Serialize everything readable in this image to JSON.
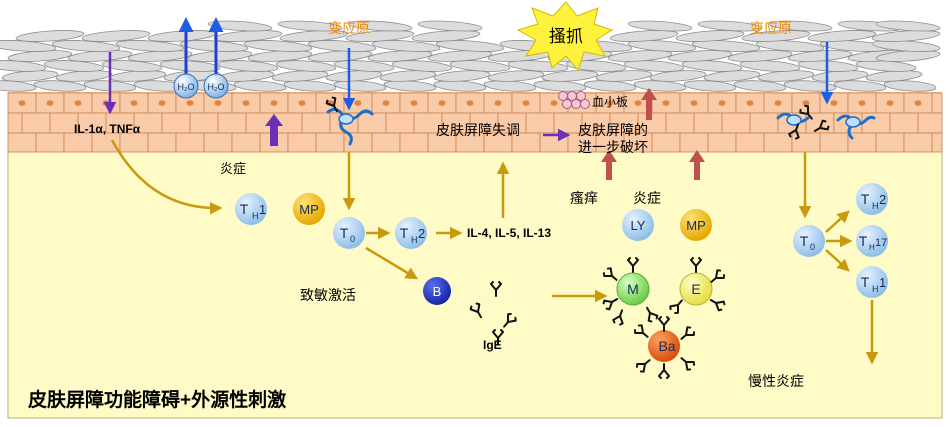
{
  "labels": {
    "allergen_left": "变应原",
    "allergen_right": "变应原",
    "scratch": "搔抓",
    "water_molecule": "H₂O",
    "platelet": "血小板",
    "cytokines_top": "IL-1α, TNFα",
    "inflammation_top": "炎症",
    "barrier_disorder": "皮肤屏障失调",
    "barrier_damage_line1": "皮肤屏障的",
    "barrier_damage_line2": "进一步破坏",
    "pruritus": "瘙痒",
    "inflammation_mid": "炎症",
    "sensitization": "致敏激活",
    "interleukins": "IL-4, IL-5, IL-13",
    "ige": "IgE",
    "chronic_inflammation": "慢性炎症",
    "bottom_title": "皮肤屏障功能障碍+外源性刺激"
  },
  "cells": {
    "th1_left": {
      "main": "T",
      "sub": "H",
      "suffix": "1"
    },
    "mp_left": {
      "main": "MP"
    },
    "t0_left": {
      "main": "T",
      "sub": "0",
      "suffix": ""
    },
    "th2_mid": {
      "main": "T",
      "sub": "H",
      "suffix": "2"
    },
    "b_cell": {
      "main": "B"
    },
    "ly": {
      "main": "LY"
    },
    "mp_mid": {
      "main": "MP"
    },
    "m_cell": {
      "main": "M"
    },
    "e_cell": {
      "main": "E"
    },
    "ba_cell": {
      "main": "Ba"
    },
    "t0_right": {
      "main": "T",
      "sub": "0",
      "suffix": ""
    },
    "th2_right": {
      "main": "T",
      "sub": "H",
      "suffix": "2"
    },
    "th17_right": {
      "main": "T",
      "sub": "H",
      "suffix": "17"
    },
    "th1_right": {
      "main": "T",
      "sub": "H",
      "suffix": "1"
    }
  },
  "colors": {
    "dermis": "#fffbc6",
    "epidermis": "#f7c6a0",
    "epidermis_border": "#c98254",
    "nucleus": "#e3813d",
    "arrow_gold": "#c99a10",
    "arrow_blue": "#1f5ee0",
    "arrow_purple": "#6a30b8",
    "arrow_red": "#c0504d",
    "cell_light_blue": "#a9d1f2",
    "cell_gold": "#f2b90a",
    "cell_dark_blue": "#2035c8",
    "cell_green": "#8ee06f",
    "cell_yellow": "#f4f06e",
    "cell_orange": "#e8641e"
  }
}
